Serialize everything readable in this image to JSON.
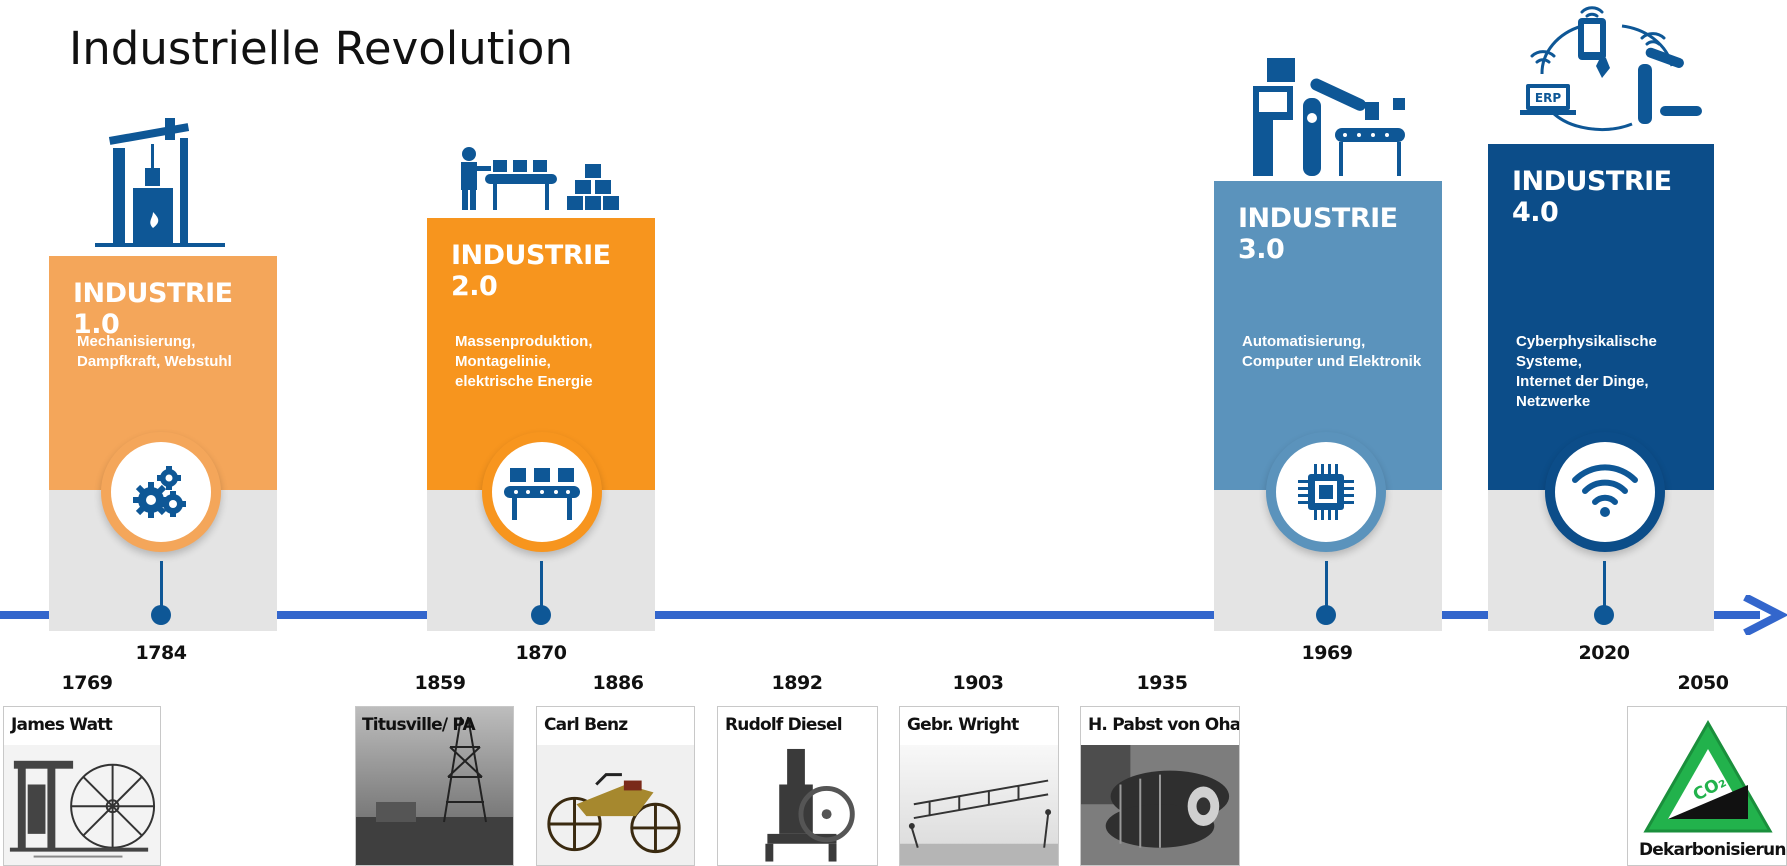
{
  "title": "Industrielle Revolution",
  "colors": {
    "i1": "#f4a65a",
    "i2": "#f7951e",
    "i3": "#5b93bc",
    "i4": "#0c4d89",
    "icon_blue": "#0e5796",
    "axis": "#3366cc",
    "panel_bottom": "#e4e4e4"
  },
  "panels": [
    {
      "title": "INDUSTRIE 1.0",
      "desc": "Mechanisierung,\nDampfkraft, Webstuhl",
      "icon": "gears-icon",
      "year": "1784"
    },
    {
      "title": "INDUSTRIE 2.0",
      "desc": "Massenproduktion,\nMontagelinie,\nelektrische Energie",
      "icon": "conveyor-icon",
      "year": "1870"
    },
    {
      "title": "INDUSTRIE 3.0",
      "desc": "Automatisierung,\nComputer und Elektronik",
      "icon": "chip-icon",
      "year": "1969"
    },
    {
      "title": "INDUSTRIE 4.0",
      "desc": "Cyberphysikalische Systeme,\nInternet der Dinge,\nNetzwerke",
      "icon": "wifi-icon",
      "year": "2020"
    }
  ],
  "erp_label": "ERP",
  "milestones": [
    {
      "year": "1769",
      "caption": "James Watt",
      "image": "steam-engine-photo"
    },
    {
      "year": "1859",
      "caption": "Titusville/ PA",
      "image": "oil-derrick-photo"
    },
    {
      "year": "1886",
      "caption": "Carl Benz",
      "image": "benz-motorwagen-photo"
    },
    {
      "year": "1892",
      "caption": "Rudolf Diesel",
      "image": "diesel-engine-photo"
    },
    {
      "year": "1903",
      "caption": "Gebr. Wright",
      "image": "wright-glider-photo"
    },
    {
      "year": "1935",
      "caption": "H. Pabst von Ohain",
      "image": "jet-engine-photo"
    },
    {
      "year": "2050",
      "caption": "Dekarbonisierung",
      "image": "co2-warning-sign",
      "sign_text": "CO₂"
    }
  ]
}
